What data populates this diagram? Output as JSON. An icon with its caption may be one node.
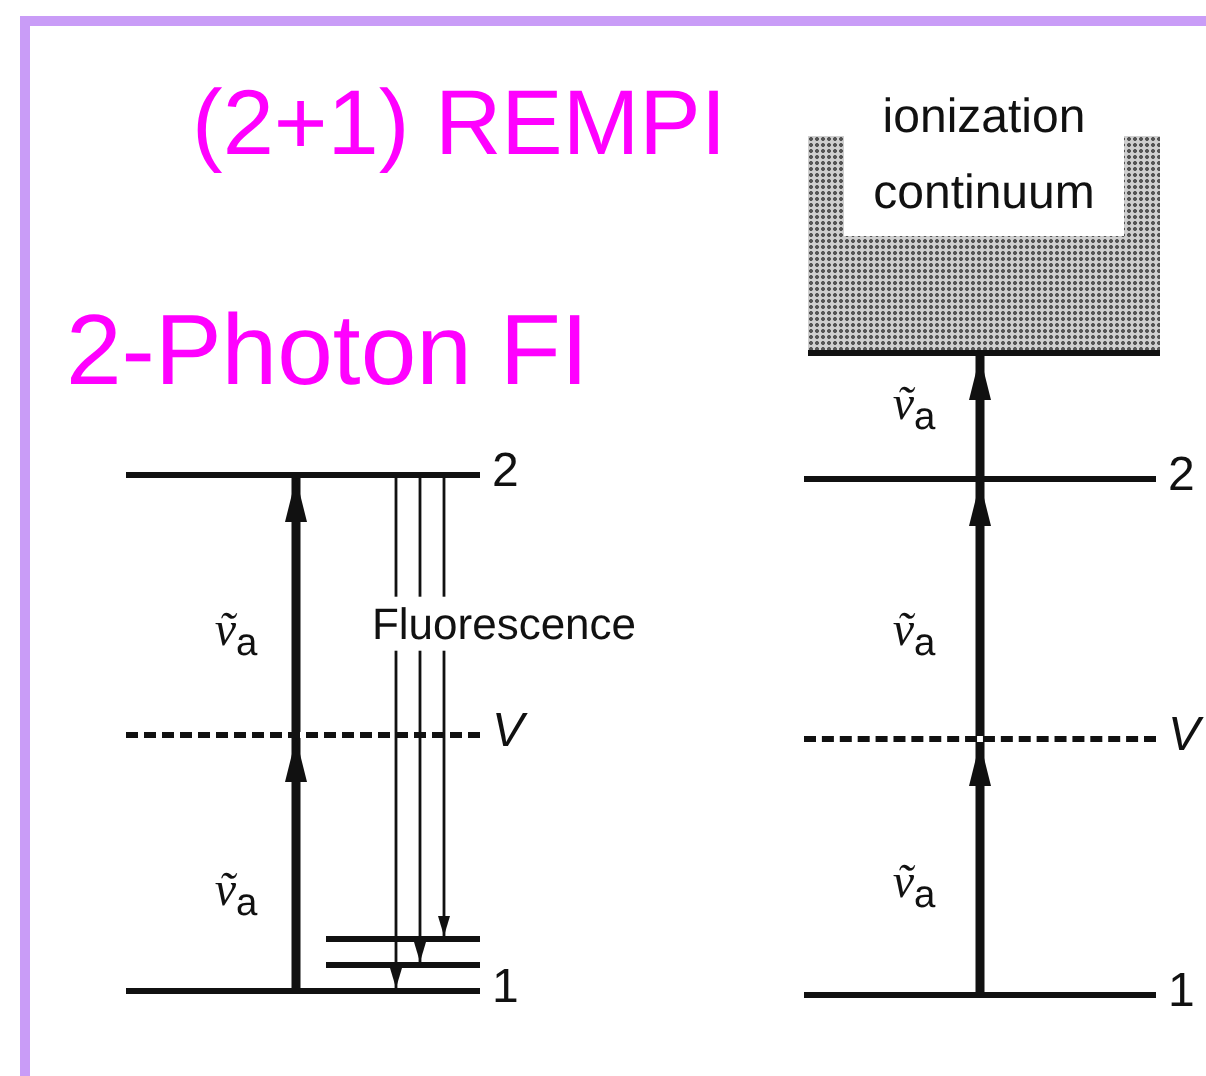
{
  "diagram": {
    "nodes": [
      {
        "text": [],
        "shape": "bar",
        "beside": [
          "2"
        ]
      },
      {
        "text": [],
        "shape": "bar",
        "beside": [
          "V"
        ]
      },
      {
        "text": [],
        "shape": "bar",
        "beside": [
          "1"
        ]
      },
      {
        "text": [],
        "shape": "bar"
      },
      {
        "text": [],
        "shape": "bar"
      },
      {
        "text": [
          "ionization continuum"
        ]
      },
      {
        "text": [],
        "shape": "bar",
        "beside": [
          "2"
        ]
      },
      {
        "text": [],
        "shape": "bar",
        "beside": [
          "V"
        ]
      },
      {
        "text": [],
        "shape": "bar",
        "beside": [
          "1"
        ]
      }
    ],
    "edges": [
      {
        "from": 2,
        "to": 1,
        "arrow": "to",
        "label": "*ṽ*$_{a}$"
      },
      {
        "from": 1,
        "to": 0,
        "arrow": "to",
        "label": "*ṽ*$_{a}$"
      },
      {
        "from": 0,
        "to": 2,
        "arrow": "to"
      },
      {
        "from": 0,
        "to": 4,
        "arrow": "to",
        "label": "Fluorescence"
      },
      {
        "from": 0,
        "to": 3,
        "arrow": "to"
      },
      {
        "from": 8,
        "to": 7,
        "arrow": "to",
        "label": "*ṽ*$_{a}$"
      },
      {
        "from": 7,
        "to": 6,
        "arrow": "to",
        "label": "*ṽ*$_{a}$"
      },
      {
        "from": 6,
        "to": 5,
        "arrow": "to",
        "label": "*ṽ*$_{a}$"
      }
    ],
    "labels": [
      "(2+1) REMPI",
      "2-Photon FI"
    ]
  }
}
